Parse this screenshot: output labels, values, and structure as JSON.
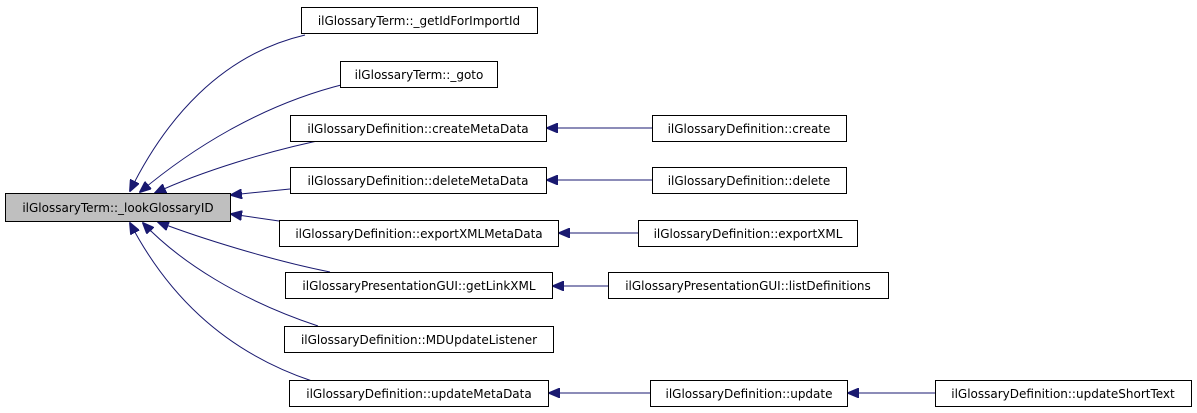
{
  "colors": {
    "edge": "#191970",
    "root_fill": "#bfbfbf",
    "node_fill": "#ffffff",
    "node_stroke": "#000000"
  },
  "nodes": {
    "root": "ilGlossaryTerm::_lookGlossaryID",
    "getIdForImportId": "ilGlossaryTerm::_getIdForImportId",
    "goto": "ilGlossaryTerm::_goto",
    "createMetaData": "ilGlossaryDefinition::createMetaData",
    "create": "ilGlossaryDefinition::create",
    "deleteMetaData": "ilGlossaryDefinition::deleteMetaData",
    "delete": "ilGlossaryDefinition::delete",
    "exportXMLMetaData": "ilGlossaryDefinition::exportXMLMetaData",
    "exportXML": "ilGlossaryDefinition::exportXML",
    "getLinkXML": "ilGlossaryPresentationGUI::getLinkXML",
    "listDefinitions": "ilGlossaryPresentationGUI::listDefinitions",
    "MDUpdateListener": "ilGlossaryDefinition::MDUpdateListener",
    "updateMetaData": "ilGlossaryDefinition::updateMetaData",
    "update": "ilGlossaryDefinition::update",
    "updateShortText": "ilGlossaryDefinition::updateShortText"
  }
}
